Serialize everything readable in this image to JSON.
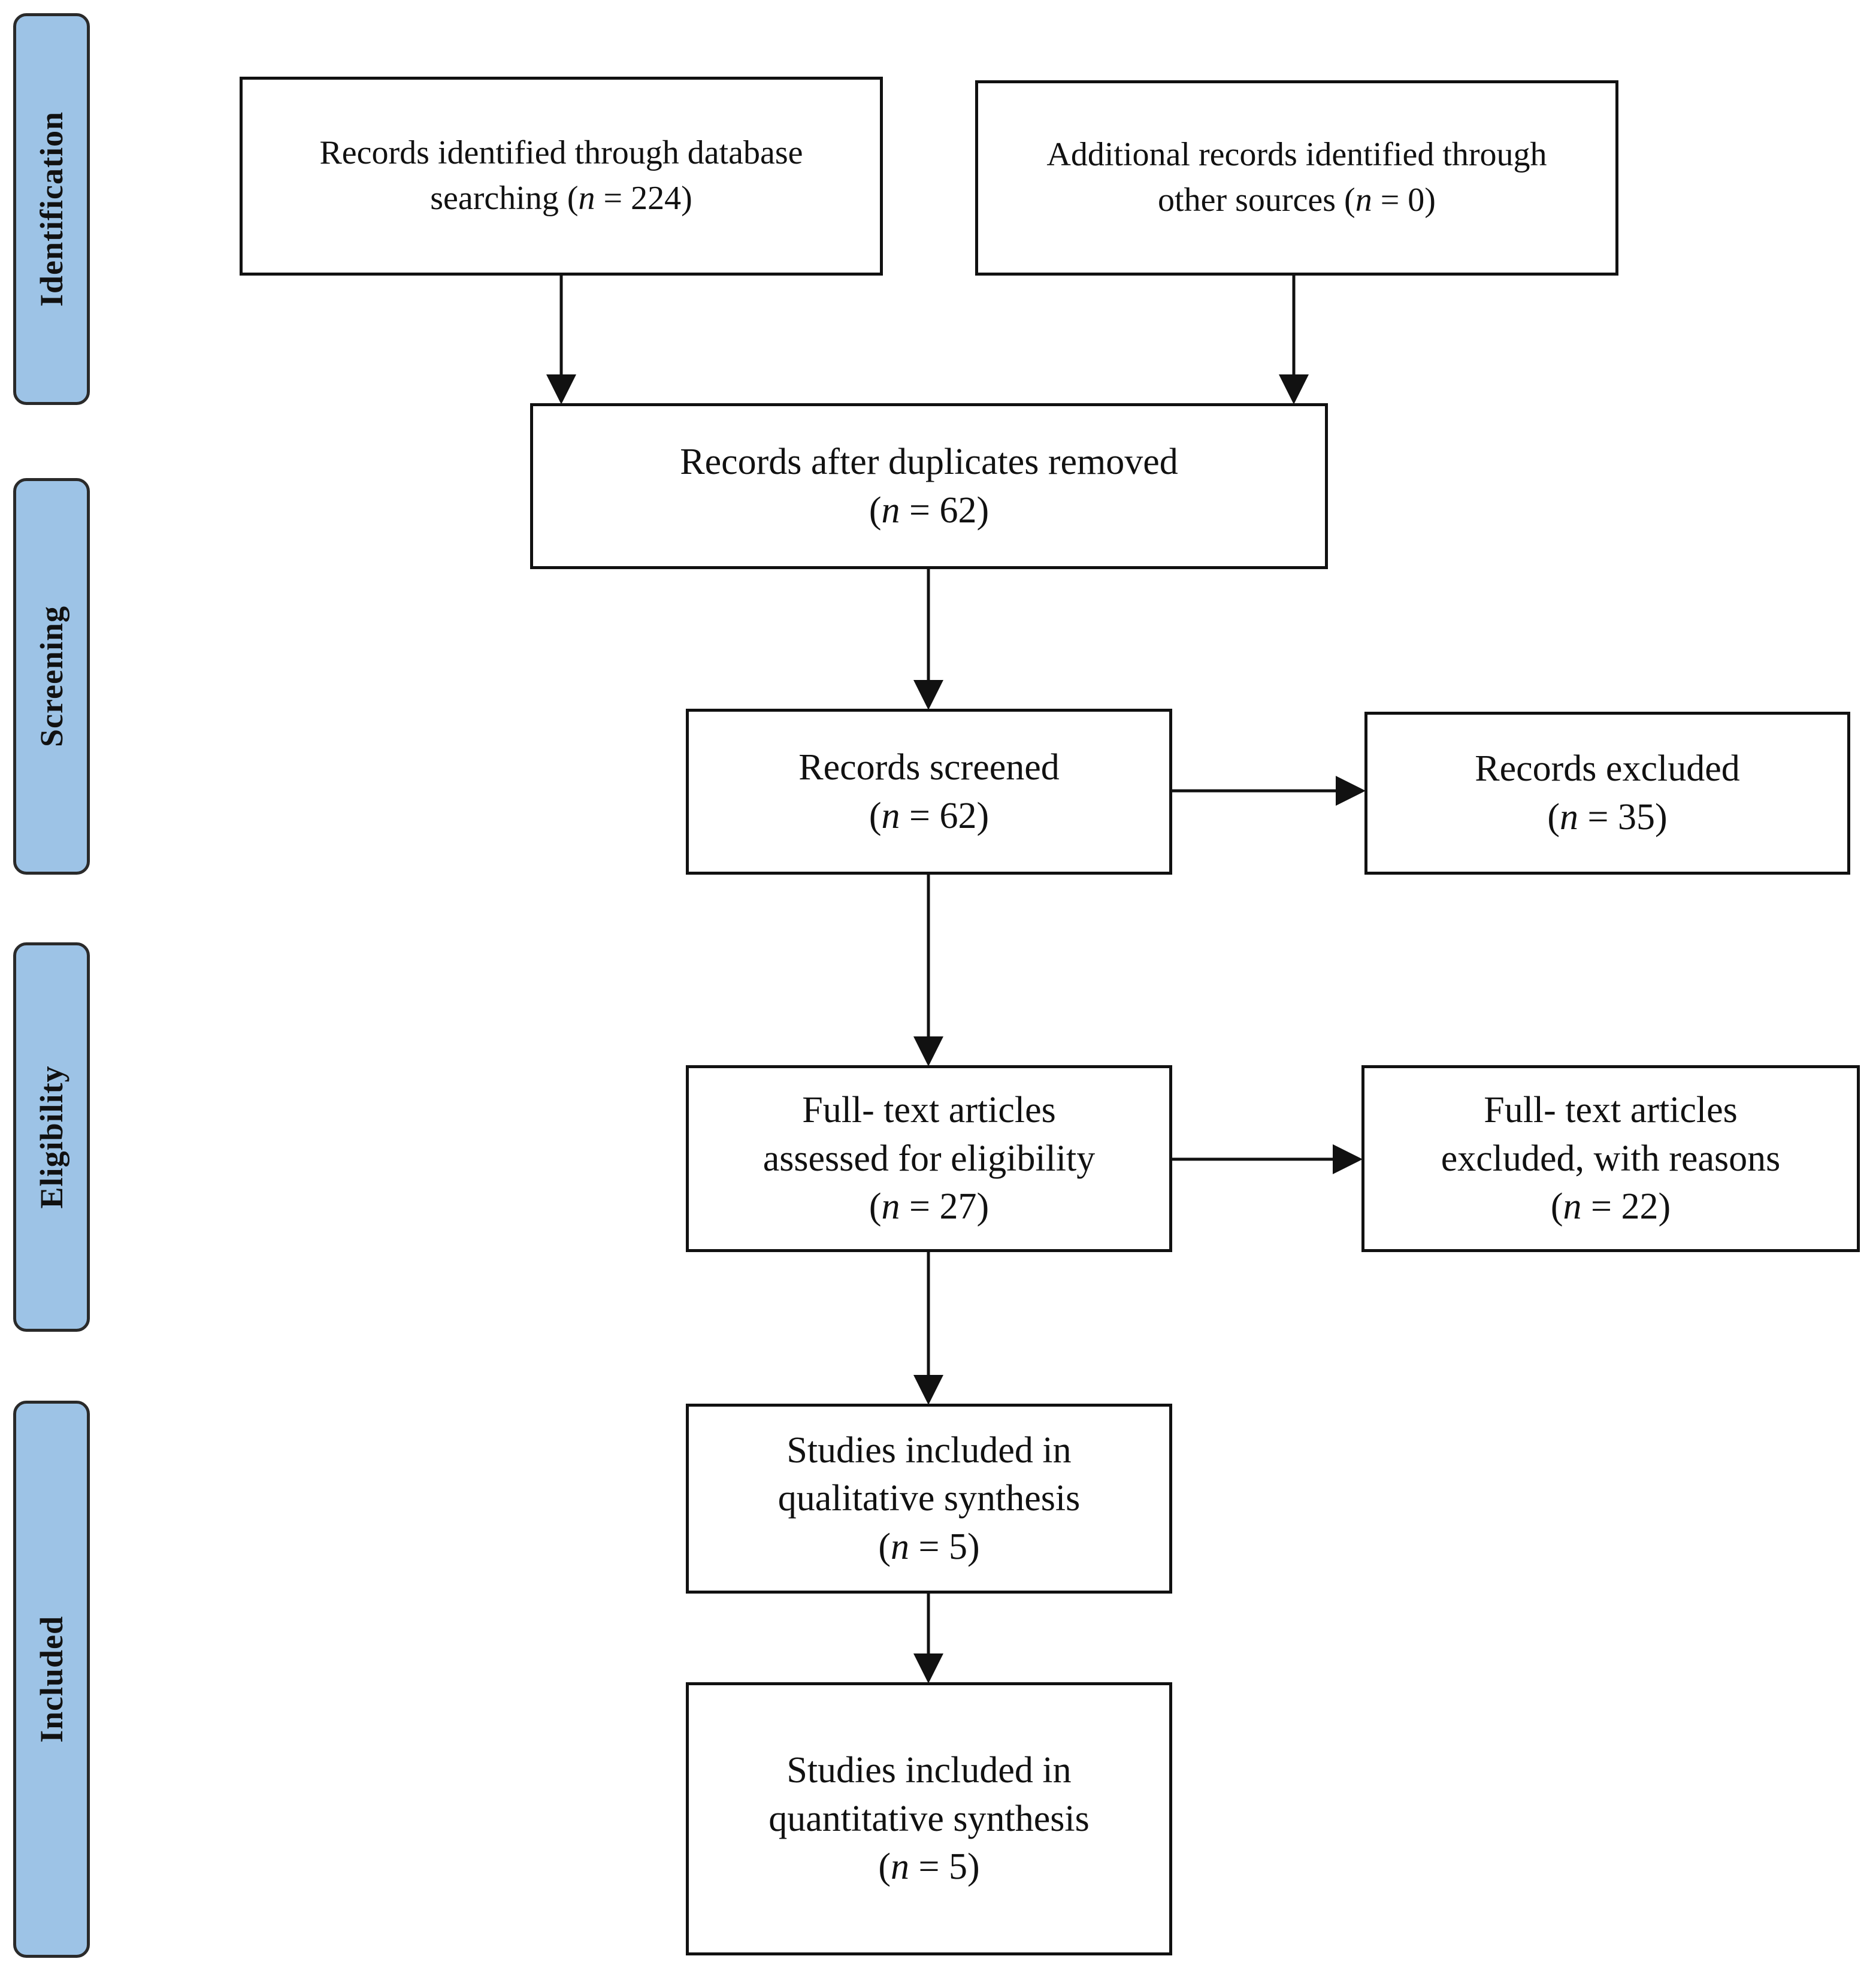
{
  "phases": {
    "identification": "Identification",
    "screening": "Screening",
    "eligibility": "Eligibility",
    "included": "Included"
  },
  "boxes": {
    "database_search": {
      "lines": [
        "Records identified through database",
        "searching"
      ],
      "n_symbol": "n",
      "count": "224"
    },
    "other_sources": {
      "lines": [
        "Additional records identified through",
        "other sources"
      ],
      "n_symbol": "n",
      "count": "0"
    },
    "duplicates_removed": {
      "lines": [
        "Records after duplicates removed"
      ],
      "n_symbol": "n",
      "count": "62"
    },
    "screened": {
      "lines": [
        "Records screened"
      ],
      "n_symbol": "n",
      "count": "62"
    },
    "excluded": {
      "lines": [
        "Records excluded"
      ],
      "n_symbol": "n",
      "count": "35"
    },
    "fulltext_assessed": {
      "lines": [
        "Full- text articles",
        "assessed for eligibility"
      ],
      "n_symbol": "n",
      "count": "27"
    },
    "fulltext_excluded": {
      "lines": [
        "Full- text articles",
        "excluded, with reasons"
      ],
      "n_symbol": "n",
      "count": "22"
    },
    "qualitative": {
      "lines": [
        "Studies included in",
        "qualitative synthesis"
      ],
      "n_symbol": "n",
      "count": "5"
    },
    "quantitative": {
      "lines": [
        "Studies included in",
        "quantitative synthesis"
      ],
      "n_symbol": "n",
      "count": "5"
    }
  },
  "colors": {
    "phase_fill": "#9dc3e6",
    "line": "#111111"
  }
}
